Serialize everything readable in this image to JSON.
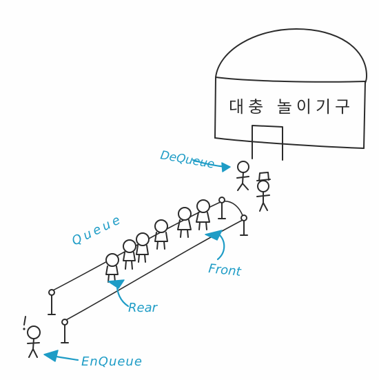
{
  "building": {
    "sign": "대충 놀이기구"
  },
  "labels": {
    "dequeue": "DeQueue",
    "queue": "Queue",
    "front": "Front",
    "rear": "Rear",
    "enqueue": "EnQueue"
  },
  "ink_colors": {
    "pencil": "#2b2b2b",
    "annotation": "#1e9cc6"
  }
}
